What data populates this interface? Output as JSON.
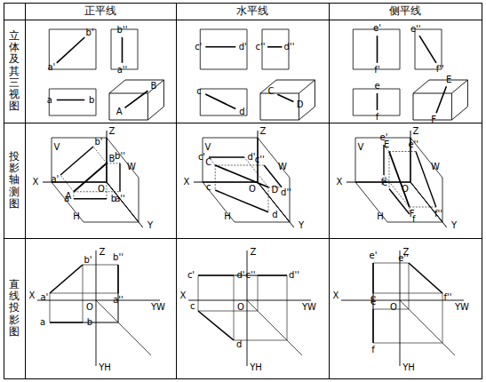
{
  "diagram": {
    "labels": [
      "正平线",
      "水平线",
      "侧平线",
      "立体及其三视图",
      "投影轴测图",
      "直线投影图",
      "a'",
      "b'",
      "a''",
      "b''",
      "a",
      "b",
      "A",
      "B",
      "V",
      "Z",
      "X",
      "O",
      "H",
      "W",
      "Y",
      "A",
      "B",
      "a",
      "b",
      "a'",
      "b'",
      "a''",
      "b''",
      "X",
      "Z",
      "O",
      "YW",
      "YH",
      "a'",
      "b'",
      "a",
      "b",
      "a''",
      "b''",
      "c'",
      "d'",
      "c''",
      "d''",
      "c",
      "d",
      "C",
      "D",
      "V",
      "Z",
      "X",
      "O",
      "H",
      "W",
      "Y",
      "C",
      "D",
      "c",
      "d",
      "c'",
      "d'",
      "c''",
      "d''",
      "X",
      "Z",
      "O",
      "YW",
      "YH",
      "c'",
      "d'",
      "c",
      "d",
      "c''",
      "d''",
      "e'",
      "f'",
      "e''",
      "f''",
      "e",
      "f",
      "E",
      "F",
      "V",
      "Z",
      "X",
      "O",
      "H",
      "W",
      "Y",
      "E",
      "F",
      "e",
      "f",
      "e'",
      "f'",
      "e''",
      "f''",
      "X",
      "Z",
      "O",
      "YW",
      "YH",
      "e'",
      "f'",
      "e",
      "f",
      "e''",
      "f''"
    ]
  }
}
